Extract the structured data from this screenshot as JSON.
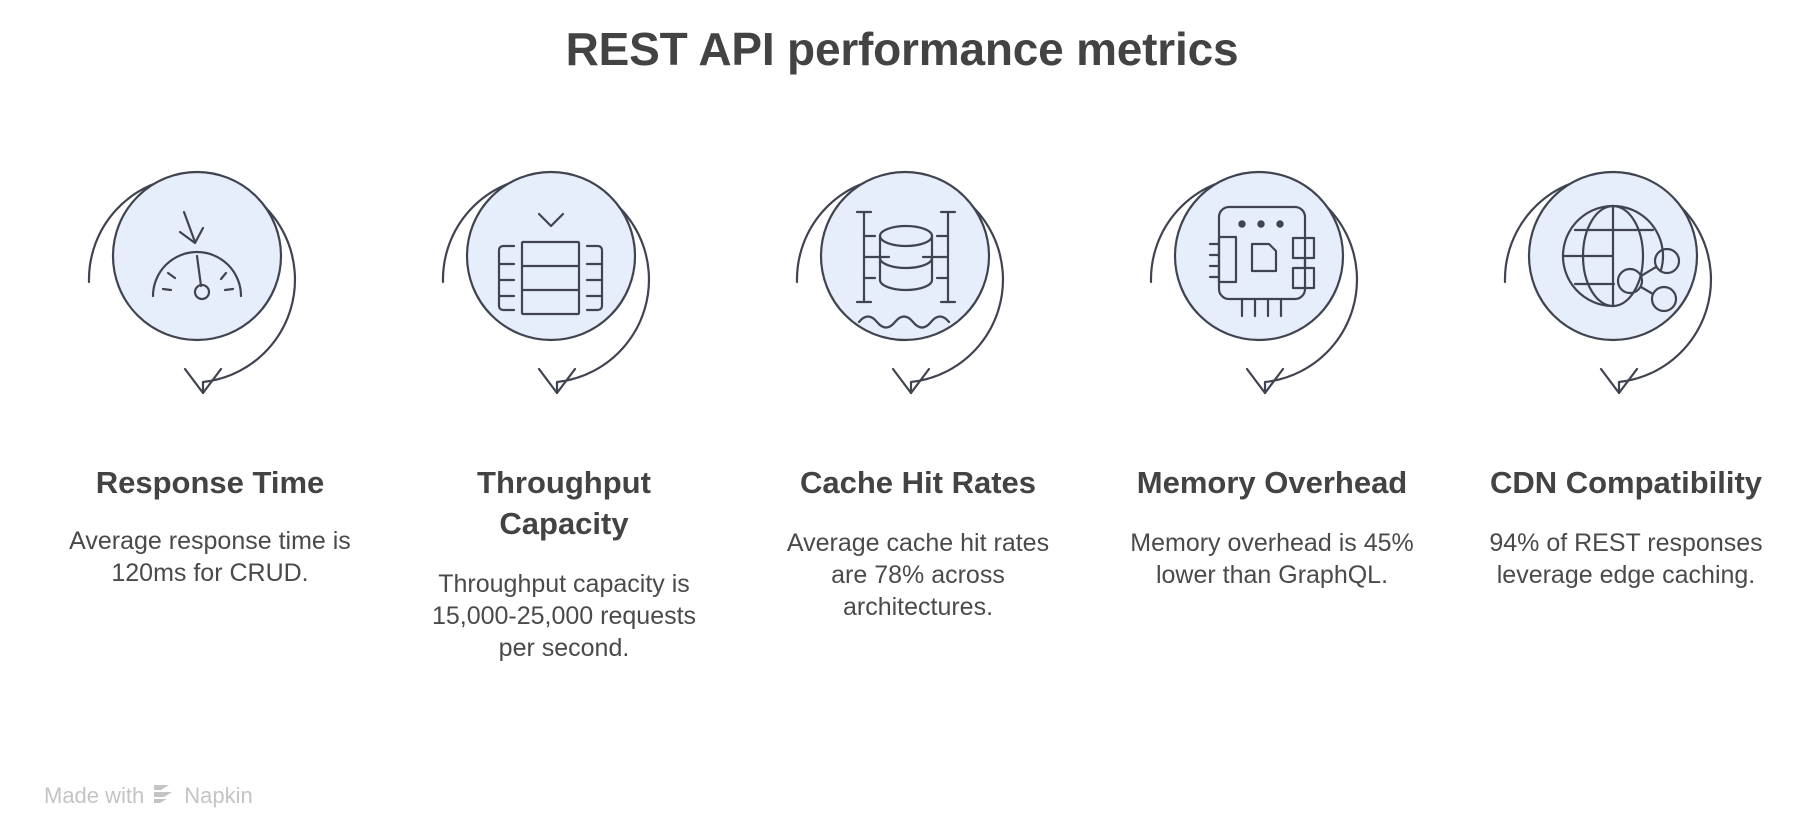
{
  "title": "REST API performance metrics",
  "colors": {
    "circle_fill": "#e7eefb",
    "stroke": "#3f4450",
    "title_text": "#434343",
    "body_text": "#4a4a4a",
    "watermark": "#c4c4c4",
    "background": "#ffffff"
  },
  "watermark": {
    "prefix": "Made with",
    "brand": "Napkin",
    "logo": "napkin-stripes-logo"
  },
  "columns": [
    {
      "icon": "gauge-down-arrow-icon",
      "title": "Response Time",
      "description": "Average response time is 120ms for CRUD."
    },
    {
      "icon": "server-rack-chevron-icon",
      "title": "Throughput Capacity",
      "description": "Throughput capacity is 15,000-25,000 requests per second."
    },
    {
      "icon": "database-cache-waves-icon",
      "title": "Cache Hit Rates",
      "description": "Average cache hit rates are 78% across architectures."
    },
    {
      "icon": "memory-chip-circuit-icon",
      "title": "Memory Overhead",
      "description": "Memory overhead is 45% lower than GraphQL."
    },
    {
      "icon": "globe-network-share-icon",
      "title": "CDN Compatibility",
      "description": "94% of REST responses leverage edge caching."
    }
  ]
}
